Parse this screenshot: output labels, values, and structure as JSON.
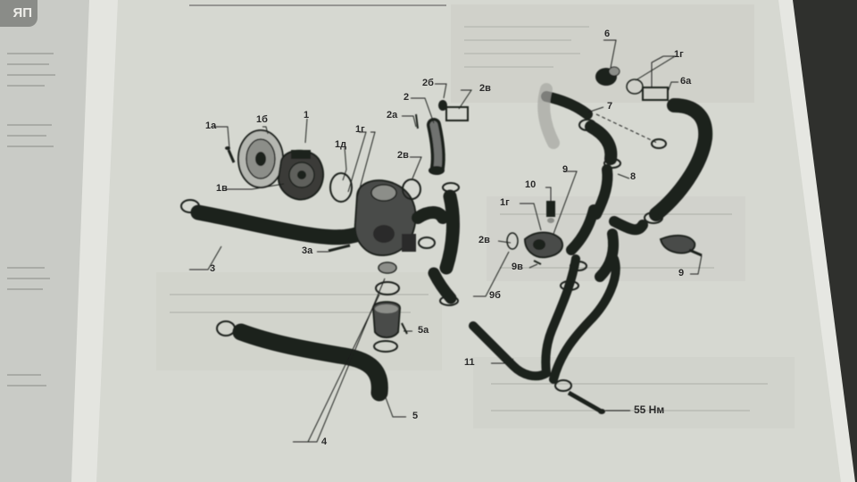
{
  "corner_tab": "ЯП",
  "colors": {
    "page": "#d6d8d1",
    "ink": "#1f201f",
    "background": "#3a3b38"
  },
  "labels": {
    "l1": "1",
    "l1a": "1а",
    "l1b": "1б",
    "l1v": "1в",
    "l1d": "1д",
    "l1g_a": "1г",
    "l1g_b": "1г",
    "l1g_c": "1г",
    "l2": "2",
    "l2a": "2а",
    "l2b": "2б",
    "l2v_a": "2в",
    "l2v_b": "2в",
    "l2v_c": "2в",
    "l3": "3",
    "l3a": "3а",
    "l4": "4",
    "l5": "5",
    "l5a": "5а",
    "l6": "6",
    "l6a": "6а",
    "l7": "7",
    "l8": "8",
    "l9_a": "9",
    "l9_b": "9",
    "l9b": "9б",
    "l9v": "9в",
    "l10": "10",
    "l11": "11",
    "torque": "55 Нм"
  }
}
